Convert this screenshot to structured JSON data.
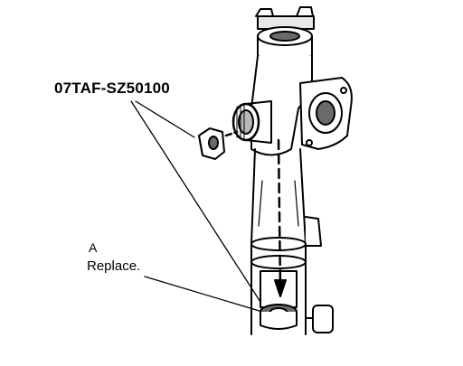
{
  "diagram": {
    "tool_number": "07TAF-SZ50100",
    "callout": {
      "letter": "A",
      "text": "Replace."
    },
    "colors": {
      "line": "#000000",
      "background": "#ffffff",
      "shade": "#6a6a6a",
      "light_shade": "#b8b8b8"
    }
  }
}
